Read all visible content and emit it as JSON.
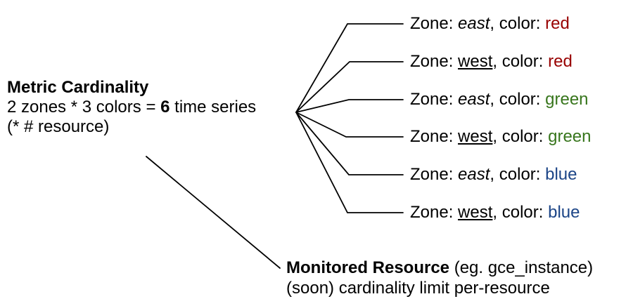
{
  "left_block": {
    "title": "Metric Cardinality",
    "line2_pre": "2 zones * 3 colors = ",
    "line2_bold": "6",
    "line2_post": " time series",
    "line3": "(* # resource)"
  },
  "series": {
    "zone_prefix": "Zone: ",
    "color_prefix": ", color: ",
    "items": [
      {
        "zone": "east",
        "color": "red",
        "color_hex": "#980000"
      },
      {
        "zone": "west",
        "color": "red",
        "color_hex": "#980000"
      },
      {
        "zone": "east",
        "color": "green",
        "color_hex": "#38761d"
      },
      {
        "zone": "west",
        "color": "green",
        "color_hex": "#38761d"
      },
      {
        "zone": "east",
        "color": "blue",
        "color_hex": "#1c4587"
      },
      {
        "zone": "west",
        "color": "blue",
        "color_hex": "#1c4587"
      }
    ]
  },
  "bottom_block": {
    "title_bold": "Monitored Resource",
    "title_rest": " (eg. gce_instance)",
    "line2": "(soon) cardinality limit per-resource"
  },
  "line_color": "#000000"
}
